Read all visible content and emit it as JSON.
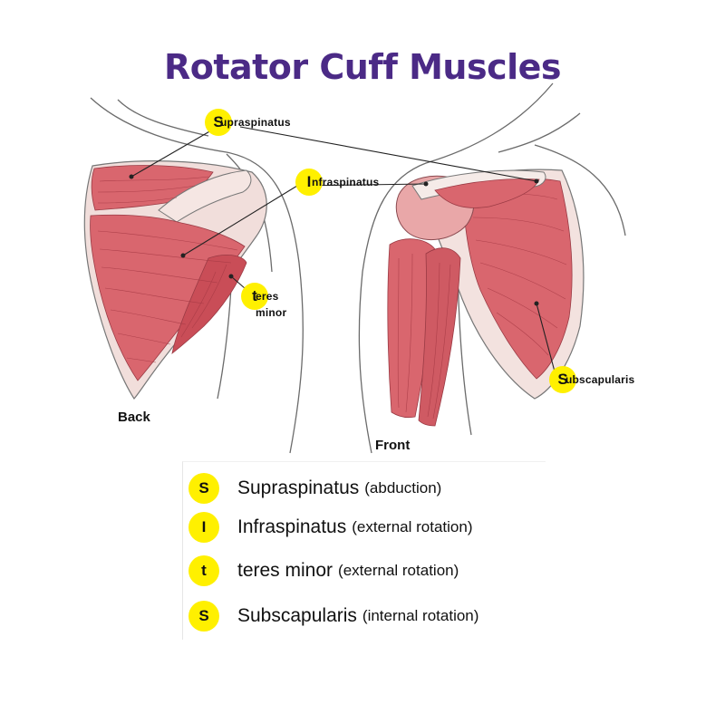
{
  "title": "Rotator Cuff Muscles",
  "callouts": {
    "supraspinatus": {
      "initial": "S",
      "rest": "upraspinatus"
    },
    "infraspinatus": {
      "initial": "I",
      "rest": "nfraspinatus"
    },
    "teres_minor": {
      "initial": "t",
      "rest": "eres",
      "line2": "minor"
    },
    "subscapularis": {
      "initial": "S",
      "rest": "ubscapularis"
    }
  },
  "views": {
    "back": "Back",
    "front": "Front"
  },
  "legend": [
    {
      "letter": "S",
      "muscle": "Supraspinatus",
      "action": "(abduction)"
    },
    {
      "letter": "I",
      "muscle": "Infraspinatus",
      "action": "(external rotation)"
    },
    {
      "letter": "t",
      "muscle": "teres minor",
      "action": "(external rotation)"
    },
    {
      "letter": "S",
      "muscle": "Subscapularis",
      "action": "(internal rotation)"
    }
  ],
  "colors": {
    "title": "#4b2a86",
    "highlight": "#fff000",
    "muscle": "#d9666e",
    "muscle_dark": "#a83a44",
    "outline": "#666666"
  }
}
